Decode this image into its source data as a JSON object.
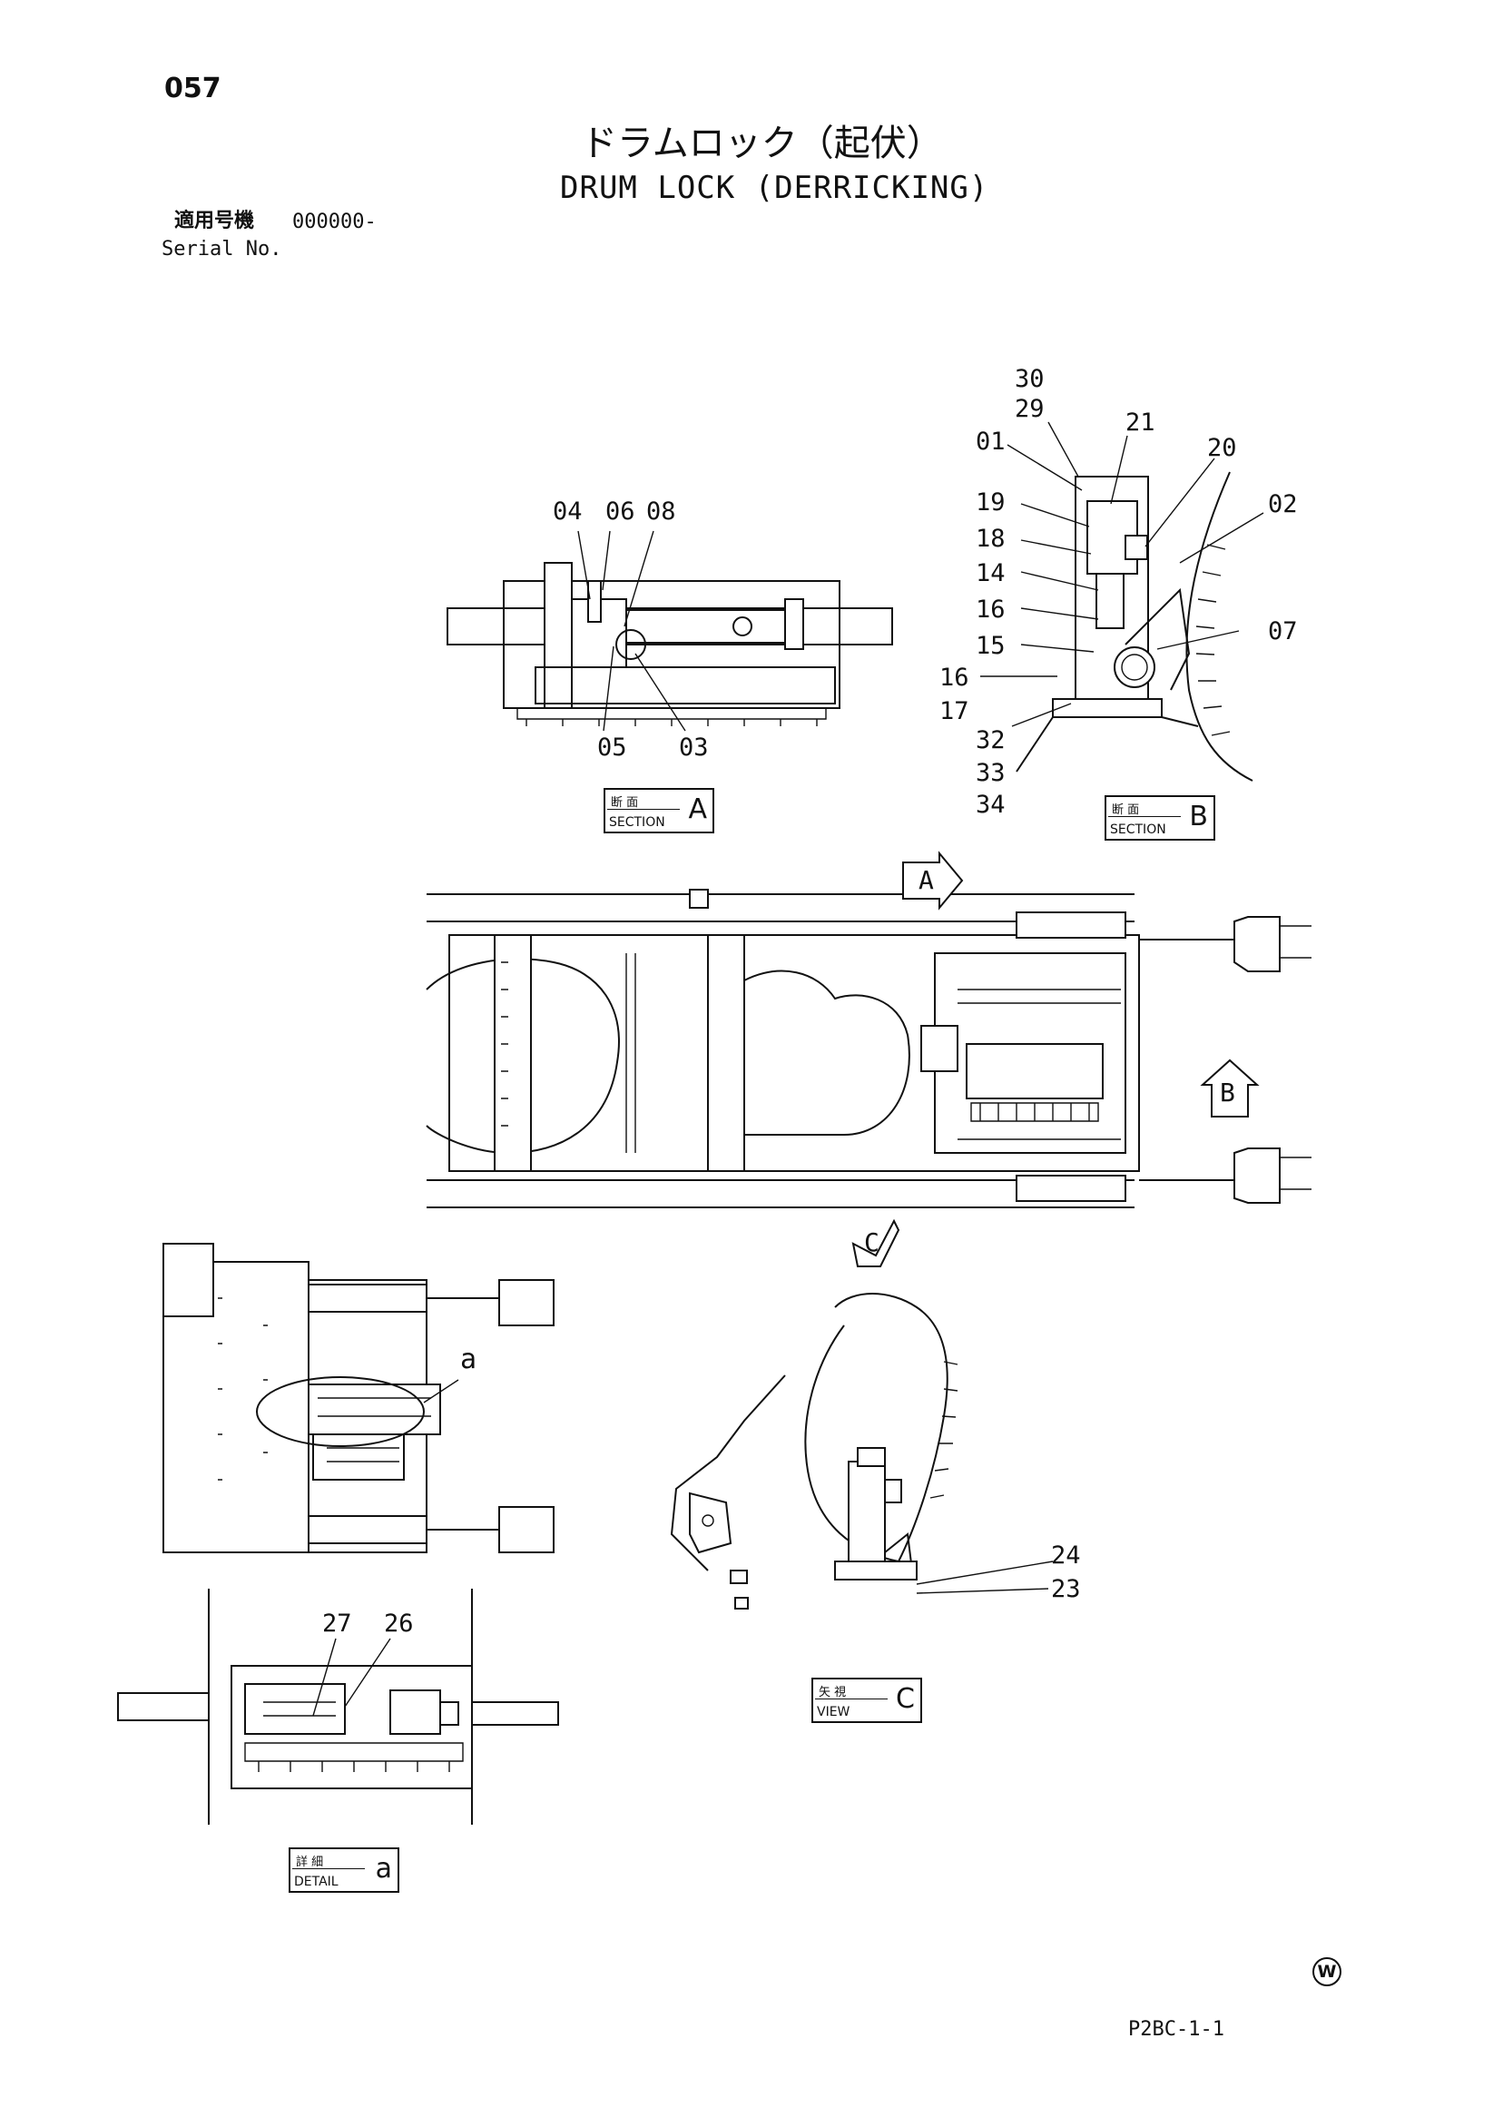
{
  "page_number": "057",
  "title_jp": "ドラムロック（起伏）",
  "title_en": "DRUM LOCK (DERRICKING)",
  "serial": {
    "label_jp": "適用号機",
    "value": "000000-",
    "label_en": "Serial No."
  },
  "section_a": {
    "jp": "断 面",
    "en": "SECTION",
    "letter": "A",
    "callouts": [
      "04",
      "06",
      "08",
      "05",
      "03"
    ]
  },
  "section_b": {
    "jp": "断 面",
    "en": "SECTION",
    "letter": "B",
    "callouts": [
      "30",
      "29",
      "21",
      "01",
      "20",
      "19",
      "02",
      "18",
      "14",
      "16",
      "07",
      "15",
      "16",
      "17",
      "32",
      "33",
      "34"
    ]
  },
  "overview": {
    "arrow_a": "A",
    "arrow_b": "B",
    "arrow_c": "C"
  },
  "plan_view": {
    "circle_label": "a"
  },
  "view_c": {
    "jp": "矢 視",
    "en": "VIEW",
    "letter": "C",
    "callouts": [
      "24",
      "23"
    ]
  },
  "detail_a": {
    "jp": "詳 細",
    "en": "DETAIL",
    "letter": "a",
    "callouts": [
      "27",
      "26"
    ]
  },
  "footer": {
    "mark": "W",
    "code": "P2BC-1-1"
  }
}
